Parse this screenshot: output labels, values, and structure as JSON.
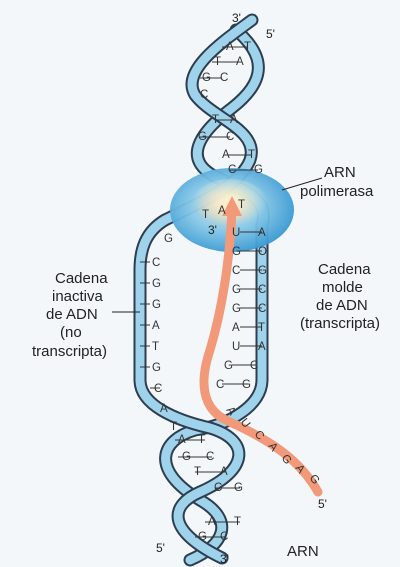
{
  "labels": {
    "top_3prime": "3'",
    "top_5prime": "5'",
    "bottom_5prime": "5'",
    "bottom_3prime": "3'",
    "rna_5prime": "5'",
    "polymerase_3prime": "3'",
    "arn": "ARN",
    "polimerasa_line1": "ARN",
    "polimerasa_line2": "polimerasa",
    "inactive_line1": "Cadena",
    "inactive_line2": "inactiva",
    "inactive_line3": "de ADN",
    "inactive_line4": "(no",
    "inactive_line5": "transcripta)",
    "template_line1": "Cadena",
    "template_line2": "molde",
    "template_line3": "de ADN",
    "template_line4": "(transcripta)"
  },
  "base_pairs_top": [
    {
      "left": "A",
      "right": "T"
    },
    {
      "left": "T",
      "right": "A"
    },
    {
      "left": "G",
      "right": "C"
    },
    {
      "left": "C",
      "right": ""
    },
    {
      "left": "T",
      "right": "A"
    },
    {
      "left": "G",
      "right": "C"
    },
    {
      "left": "A",
      "right": "T"
    },
    {
      "left": "C",
      "right": "G"
    }
  ],
  "polymerase_bases": [
    "T",
    "A",
    "T"
  ],
  "inactive_strand": [
    "G",
    "C",
    "G",
    "G",
    "A",
    "T",
    "G",
    "C",
    "A",
    "T"
  ],
  "template_pairs": [
    {
      "rna": "U",
      "dna": "A"
    },
    {
      "rna": "G",
      "dna": "O"
    },
    {
      "rna": "C",
      "dna": "G"
    },
    {
      "rna": "G",
      "dna": "C"
    },
    {
      "rna": "G",
      "dna": "C"
    },
    {
      "rna": "A",
      "dna": "T"
    },
    {
      "rna": "U",
      "dna": "A"
    },
    {
      "rna": "G",
      "dna": "C"
    },
    {
      "rna": "C",
      "dna": "G"
    }
  ],
  "rna_tail": [
    "A",
    "U",
    "C",
    "A",
    "G",
    "A",
    "G"
  ],
  "base_pairs_bottom": [
    {
      "left": "A",
      "right": "T"
    },
    {
      "left": "G",
      "right": "C"
    },
    {
      "left": "T",
      "right": "A"
    },
    {
      "left": "C",
      "right": "G"
    },
    {
      "left": "A",
      "right": "T"
    },
    {
      "left": "G",
      "right": "C"
    }
  ],
  "colors": {
    "dna_strand": "#9fd3ec",
    "dna_outline": "#2c3e50",
    "polymerase": "#4aa8dc",
    "rna": "#f2997a",
    "background": "#f3f7fa"
  }
}
